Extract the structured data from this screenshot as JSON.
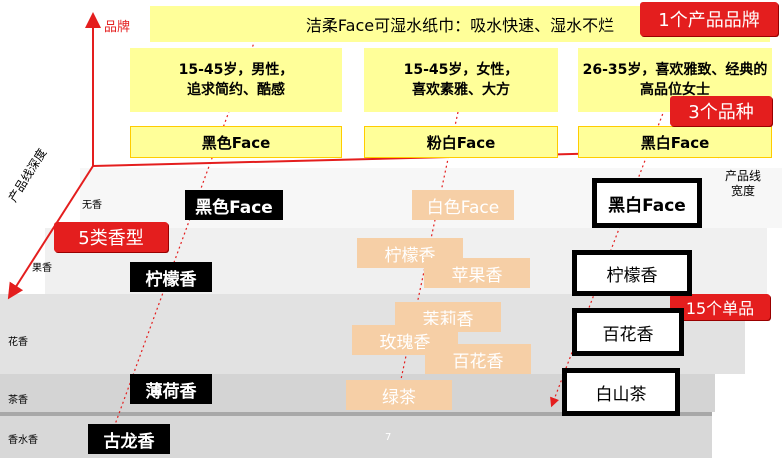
{
  "axes": {
    "brand": "品牌",
    "width": "产品线宽度",
    "width_line1": "产品线",
    "width_line2": "宽度",
    "depth": "产品线深度"
  },
  "brand_slogan": "洁柔Face可湿水纸巾：吸水快速、湿水不烂",
  "callouts": {
    "brand_count": "1个产品品牌",
    "variety_count": "3个品种",
    "scent_count": "5类香型",
    "sku_count": "15个单品"
  },
  "segments": [
    {
      "line1": "15-45岁，男性，",
      "line2": "追求简约、酷感"
    },
    {
      "line1": "15-45岁，女性，",
      "line2": "喜欢素雅、大方"
    },
    {
      "line1": "26-35岁，喜欢雅致、经典的",
      "line2": "高品位女士"
    }
  ],
  "varieties": [
    "黑色Face",
    "粉白Face",
    "黑白Face"
  ],
  "scent_tiers": [
    "无香",
    "果香",
    "花香",
    "茶香",
    "香水香"
  ],
  "skus": {
    "black": [
      "黑色Face",
      "柠檬香",
      "薄荷香",
      "古龙香"
    ],
    "pink": [
      "白色Face",
      "柠檬香",
      "苹果香",
      "茉莉香",
      "玫瑰香",
      "百花香",
      "绿茶"
    ],
    "bw": [
      "黑白Face",
      "柠檬香",
      "百花香",
      "白山茶"
    ]
  },
  "page_number": "7",
  "colors": {
    "accent_red": "#e41e1e",
    "highlight_yellow": "#ffff99",
    "peach": "#f6cfa6",
    "band_light": "#f2f2f2",
    "band_mid": "#e6e6e6",
    "band_dark": "#d0d0d0"
  }
}
